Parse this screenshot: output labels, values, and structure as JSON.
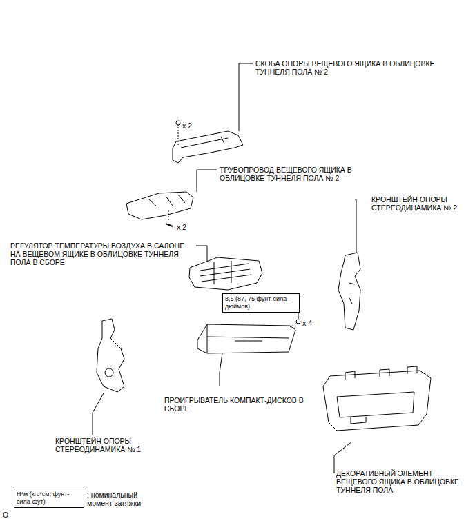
{
  "diagram": {
    "nodes": [
      {
        "text": [
          "8,5 (87, 75 фунт-сила-дюймов)"
        ]
      },
      {
        "text": [
          "Н*м (кгс*см, фунт-сила-фут)"
        ]
      }
    ],
    "labels": [
      "СКОБА ОПОРЫ ВЕЩЕВОГО ЯЩИКА В ОБЛИЦОВКЕ ТУННЕЛЯ ПОЛА № 2",
      "x 2",
      "ТРУБОПРОВОД ВЕЩЕВОГО ЯЩИКА В ОБЛИЦОВКЕ ТУННЕЛЯ ПОЛА № 2",
      "x 2",
      "РЕГУЛЯТОР ТЕМПЕРАТУРЫ ВОЗДУХА В САЛОНЕ НА ВЕЩЕВОМ ЯЩИКЕ В ОБЛИЦОВКЕ ТУННЕЛЯ ПОЛА В СБОРЕ",
      "КРОНШТЕЙН ОПОРЫ СТЕРЕОДИНАМИКА № 2",
      "x 4",
      "ПРОИГРЫВАТЕЛЬ КОМПАКТ-ДИСКОВ В СБОРЕ",
      "КРОНШТЕЙН ОПОРЫ СТЕРЕОДИНАМИКА № 1",
      "ДЕКОРАТИВНЫЙ ЭЛЕМЕНТ ВЕЩЕВОГО ЯЩИКА В ОБЛИЦОВКЕ ТУННЕЛЯ ПОЛА",
      "O"
    ],
    "legend": [
      {
        "text": ": номинальный момент затяжки"
      }
    ]
  }
}
